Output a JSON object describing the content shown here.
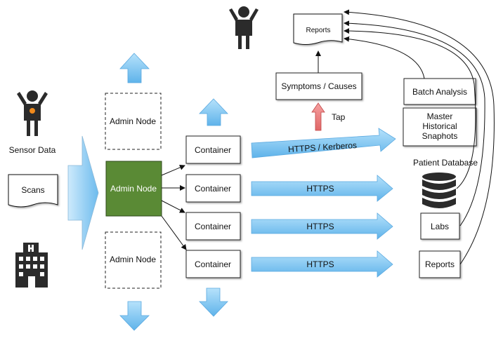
{
  "inputs": {
    "sensor_label": "Sensor Data",
    "scans_label": "Scans"
  },
  "admin_nodes": {
    "top": "Admin Node",
    "middle": "Admin Node",
    "bottom": "Admin Node"
  },
  "containers": [
    "Container",
    "Container",
    "Container",
    "Container"
  ],
  "links": {
    "kerberos": "HTTPS / Kerberos",
    "https_1": "HTTPS",
    "https_2": "HTTPS",
    "https_3": "HTTPS"
  },
  "top_flow": {
    "reports_doc": "Reports",
    "symptoms": "Symptoms / Causes",
    "tap": "Tap"
  },
  "right_column": {
    "batch_analysis": "Batch Analysis",
    "master_line1": "Master",
    "master_line2": "Historical",
    "master_line3": "Snaphots",
    "patient_db": "Patient Database",
    "labs": "Labs",
    "reports": "Reports"
  },
  "colors": {
    "admin_green": "#5a8a35",
    "arrow_blue": "#8ccdf3",
    "arrow_blue_dark": "#5aa9e0",
    "tap_red": "#f08a8a",
    "sensor_orange": "#f08a1c",
    "icon_dark": "#2b2b2b"
  }
}
